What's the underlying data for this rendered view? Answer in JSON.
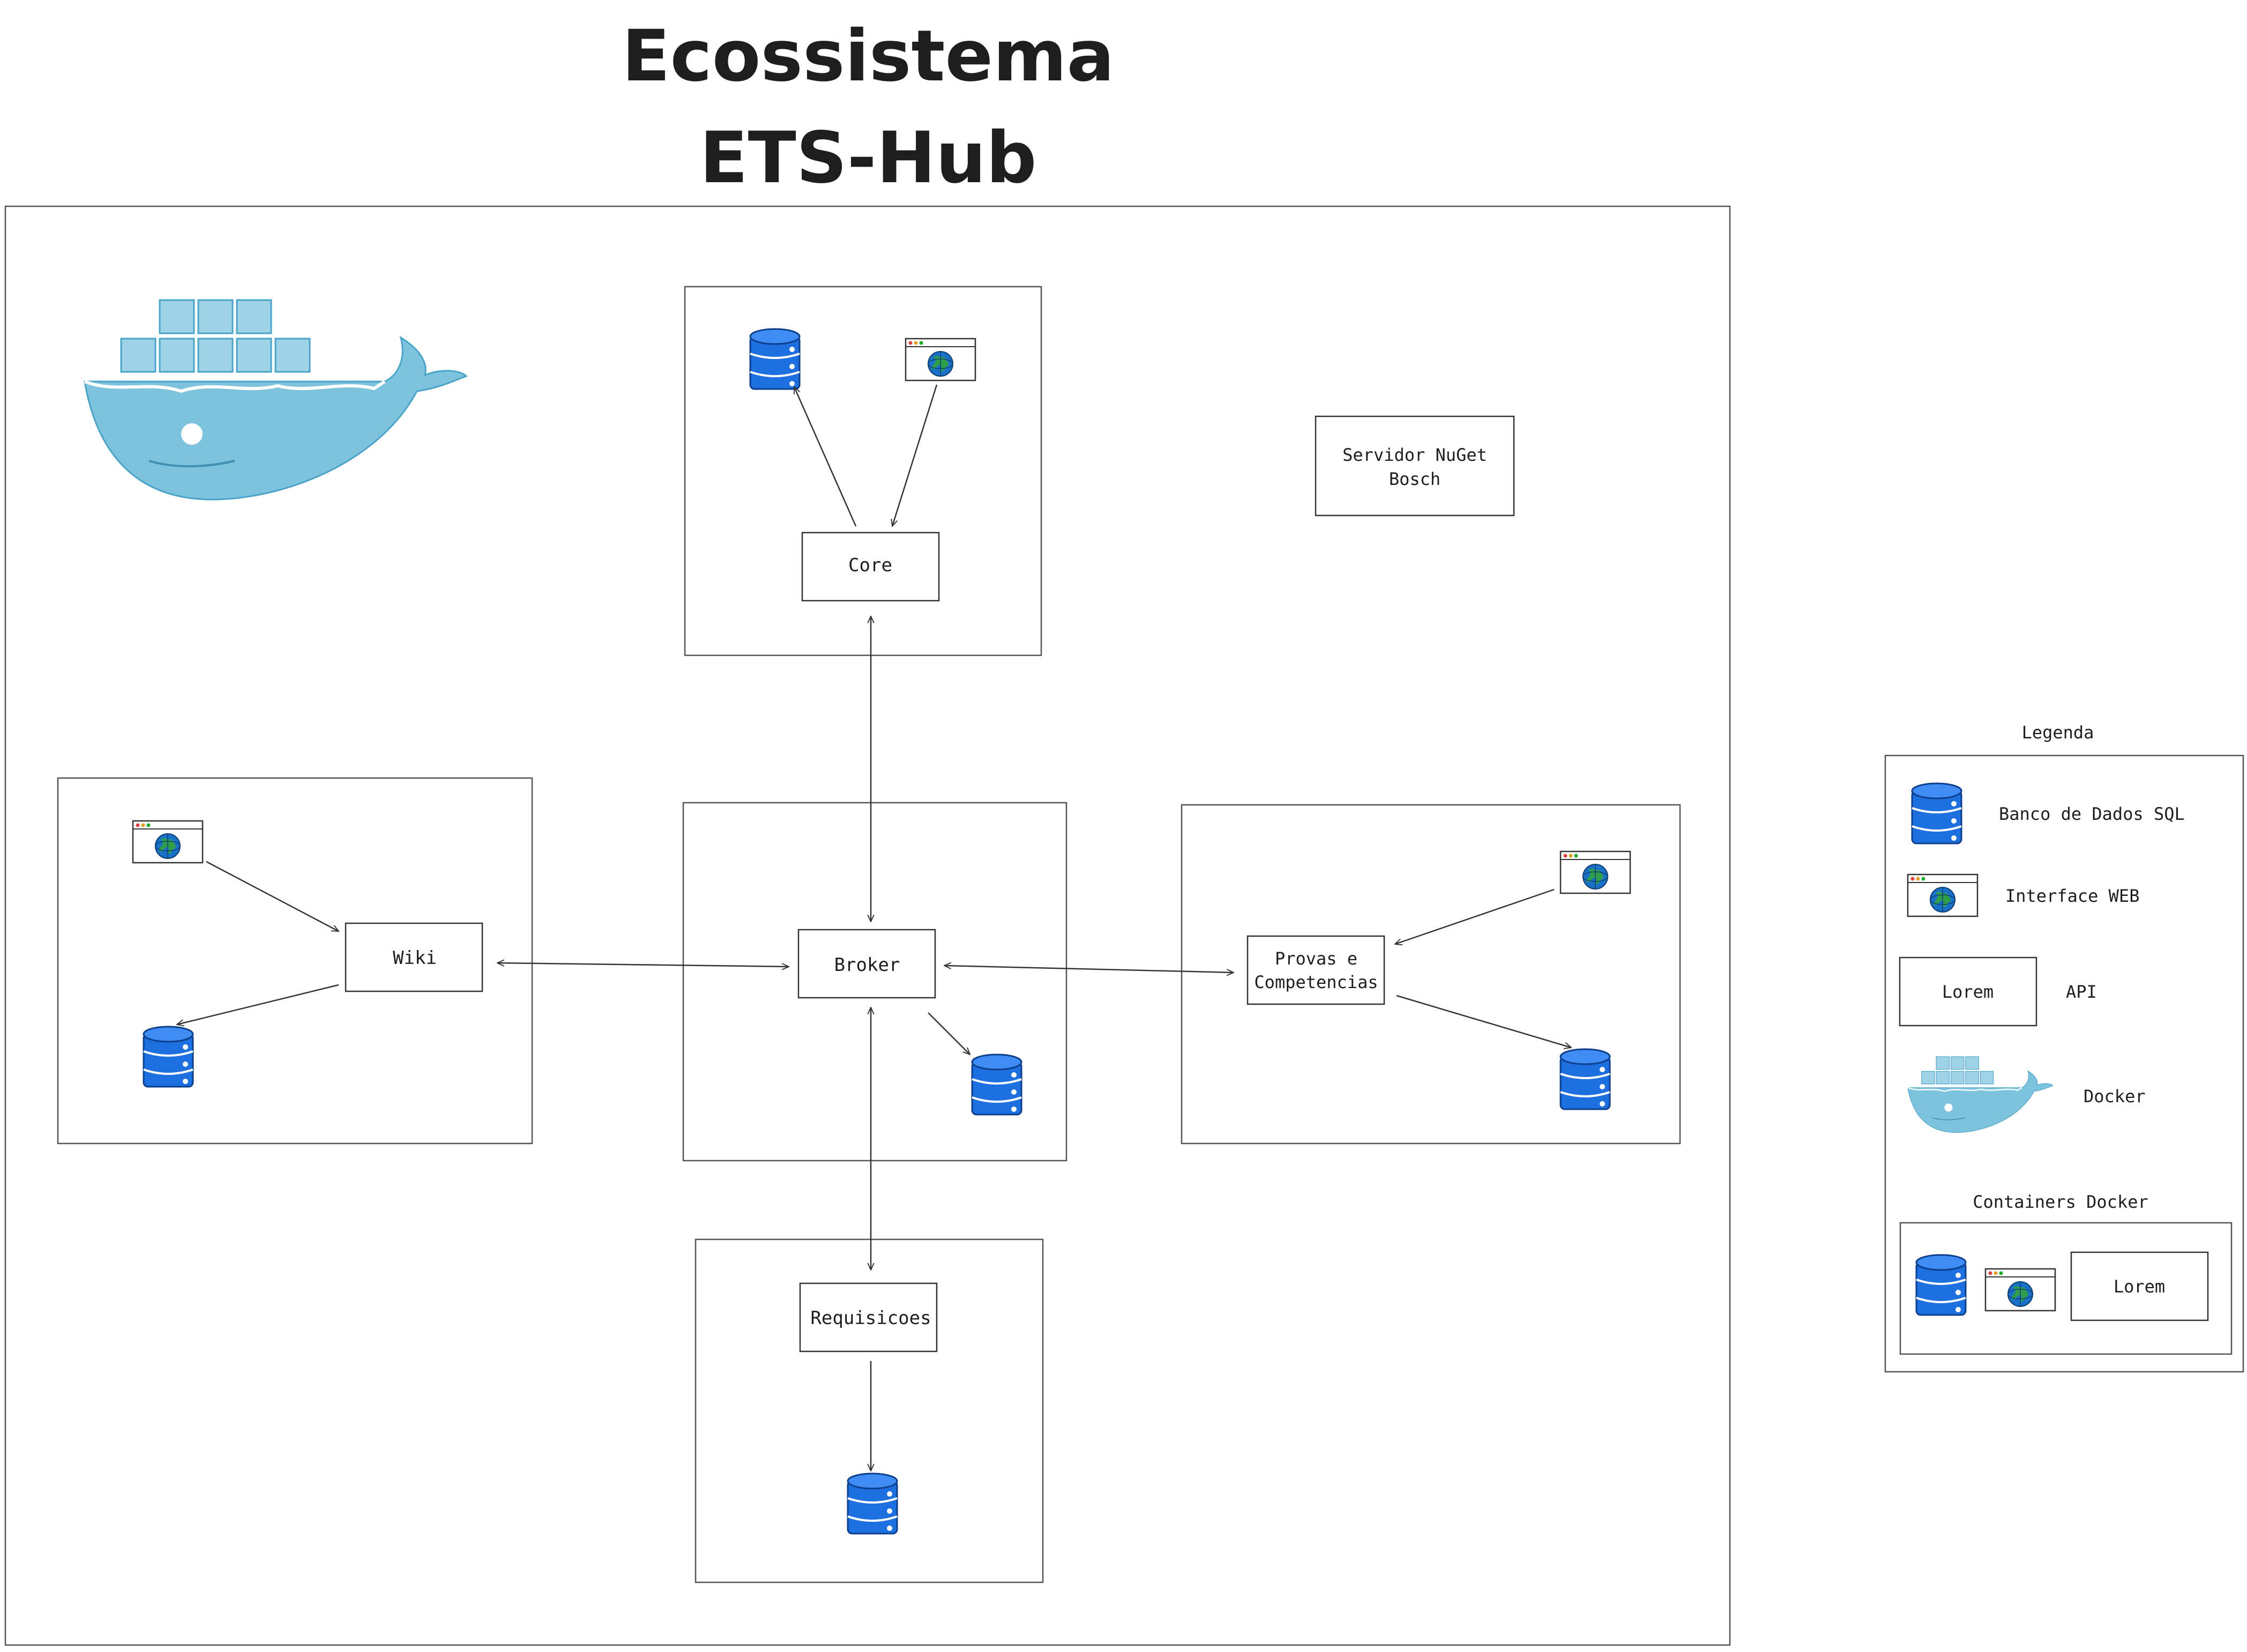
{
  "title": {
    "line1": "Ecossistema",
    "line2": "ETS-Hub"
  },
  "nodes": {
    "core": "Core",
    "broker": "Broker",
    "wiki": "Wiki",
    "provas": {
      "line1": "Provas e",
      "line2": "Competencias"
    },
    "requisicoes": "Requisicoes",
    "nuget": {
      "line1": "Servidor NuGet",
      "line2": "Bosch"
    }
  },
  "legend": {
    "title": "Legenda",
    "items": [
      {
        "icon": "database-icon",
        "label": "Banco de Dados SQL"
      },
      {
        "icon": "web-interface-icon",
        "label": "Interface WEB"
      },
      {
        "icon": "api-box",
        "box_text": "Lorem",
        "label": "API"
      },
      {
        "icon": "docker-whale-icon",
        "label": "Docker"
      }
    ],
    "containers": {
      "title": "Containers Docker",
      "box_text": "Lorem"
    }
  },
  "colors": {
    "db_blue": "#1e6fe0",
    "whale_blue": "#7ec3dd",
    "globe_blue": "#1a72c8",
    "globe_green": "#2e9e4a"
  }
}
